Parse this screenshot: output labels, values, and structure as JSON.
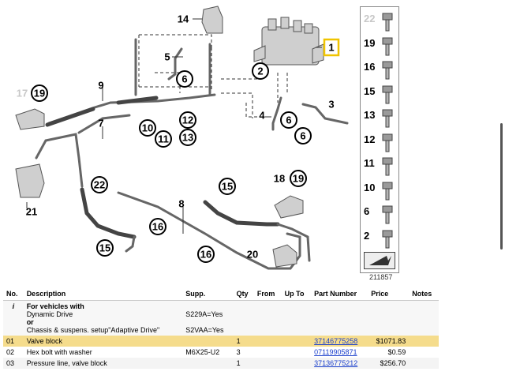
{
  "diagram": {
    "callouts": [
      "14",
      "5",
      "6",
      "2",
      "1",
      "9",
      "17",
      "19",
      "7",
      "10",
      "11",
      "12",
      "13",
      "4",
      "6",
      "3",
      "6",
      "15",
      "18",
      "19",
      "22",
      "8",
      "21",
      "16",
      "16",
      "15",
      "20"
    ],
    "diagram_id": "211857"
  },
  "parts_panel": {
    "items": [
      "22",
      "19",
      "16",
      "15",
      "13",
      "12",
      "11",
      "10",
      "6",
      "2"
    ]
  },
  "table": {
    "headers": [
      "No.",
      "Description",
      "Supp.",
      "Qty",
      "From",
      "Up To",
      "Part Number",
      "Price",
      "Notes"
    ],
    "info": {
      "icon": "i",
      "line1": "For vehicles with",
      "line2": "Dynamic Drive",
      "line2_supp": "S229A=Yes",
      "line3": "or",
      "line4": "Chassis & suspens. setup\"Adaptive Drive\"",
      "line4_supp": "S2VAA=Yes"
    },
    "rows": [
      {
        "no": "01",
        "desc": "Valve block",
        "supp": "",
        "qty": "1",
        "from": "",
        "upto": "",
        "pn": "37146775258",
        "price": "$1071.83",
        "notes": ""
      },
      {
        "no": "02",
        "desc": "Hex bolt with washer",
        "supp": "M6X25-U2",
        "qty": "3",
        "from": "",
        "upto": "",
        "pn": "07119905871",
        "price": "$0.59",
        "notes": ""
      },
      {
        "no": "03",
        "desc": "Pressure line, valve block",
        "supp": "",
        "qty": "1",
        "from": "",
        "upto": "",
        "pn": "37136775212",
        "price": "$256.70",
        "notes": ""
      }
    ]
  },
  "colors": {
    "highlight_row": "#f5dc8c",
    "highlight_callout": "#f0c400",
    "link": "#1a3fcc"
  }
}
